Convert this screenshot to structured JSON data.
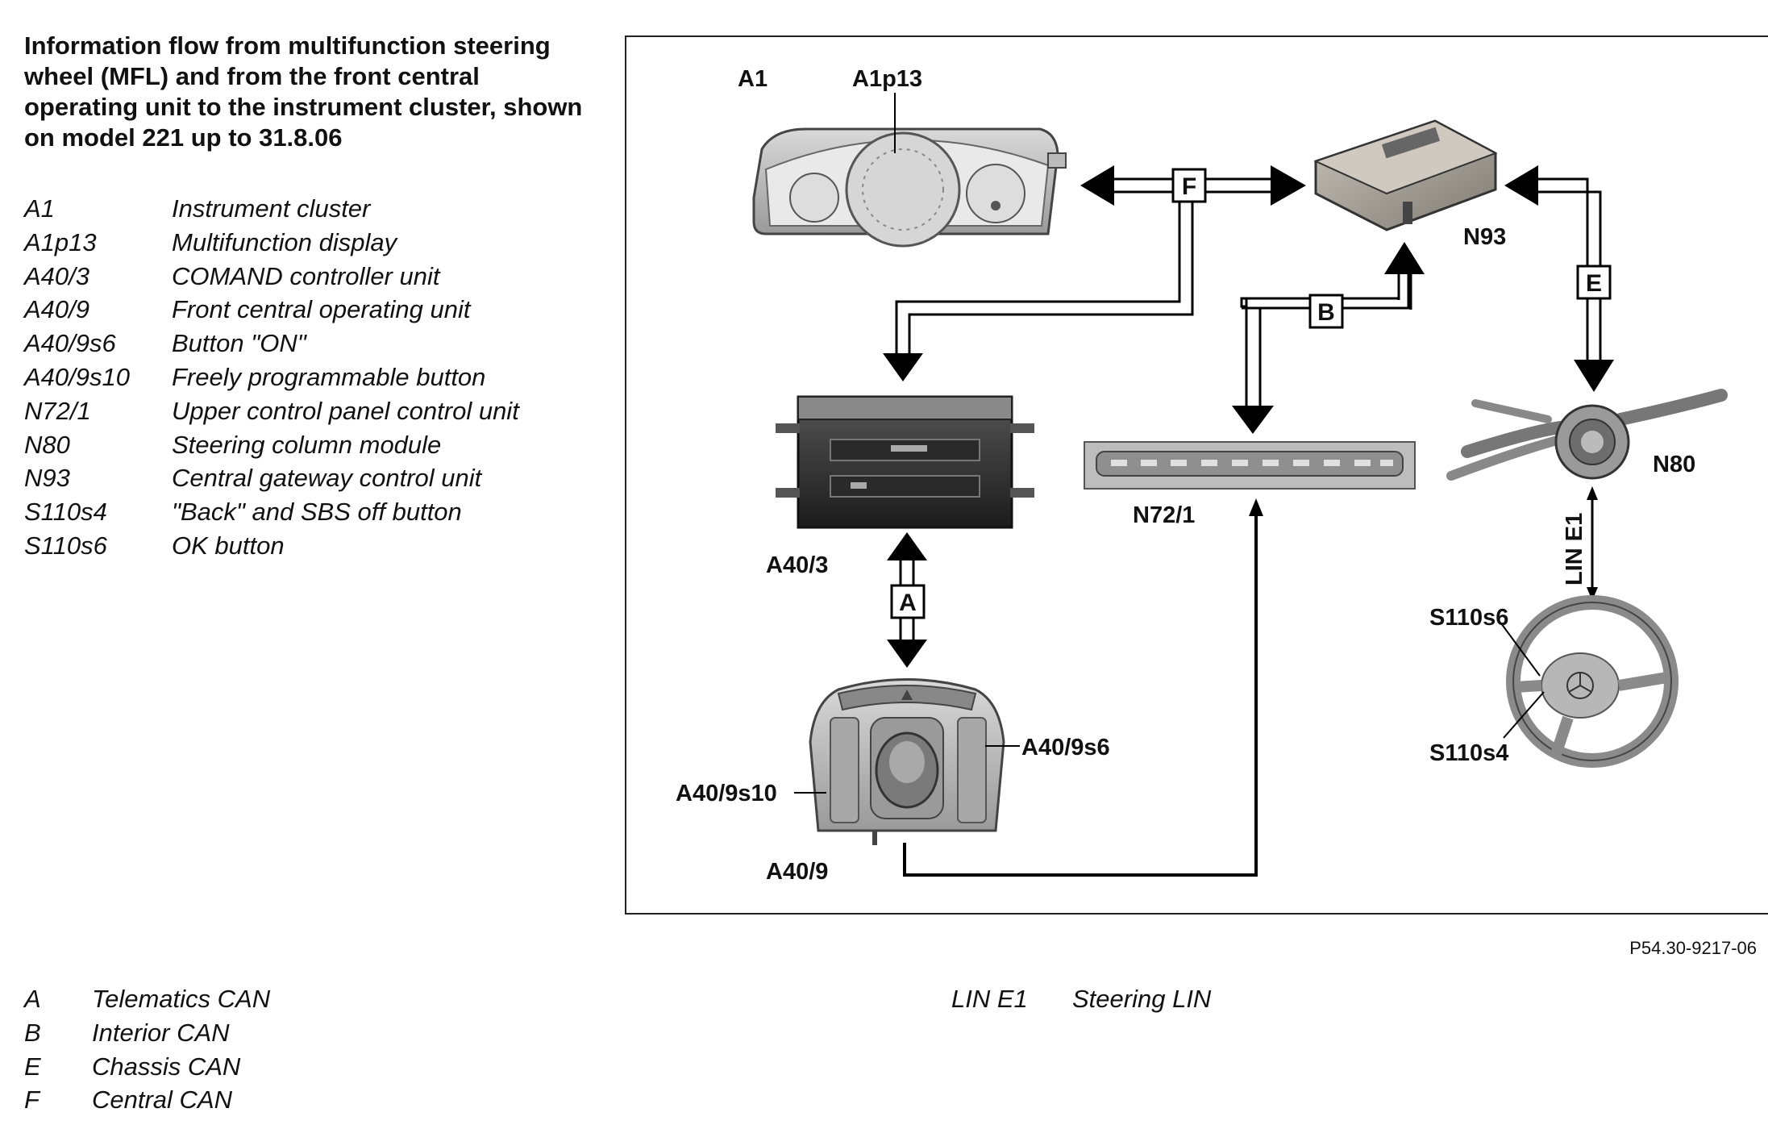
{
  "title": "Information flow from multifunction steering wheel (MFL) and from the front central operating unit to the instrument cluster, shown on model 221 up to 31.8.06",
  "components": [
    {
      "code": "A1",
      "desc": "Instrument cluster"
    },
    {
      "code": "A1p13",
      "desc": "Multifunction display"
    },
    {
      "code": "A40/3",
      "desc": "COMAND controller unit"
    },
    {
      "code": "A40/9",
      "desc": "Front central operating unit"
    },
    {
      "code": "A40/9s6",
      "desc": "Button \"ON\""
    },
    {
      "code": "A40/9s10",
      "desc": "Freely programmable button"
    },
    {
      "code": "N72/1",
      "desc": "Upper control panel control unit"
    },
    {
      "code": "N80",
      "desc": "Steering column module"
    },
    {
      "code": "N93",
      "desc": "Central gateway control unit"
    },
    {
      "code": "S110s4",
      "desc": "\"Back\" and SBS off button"
    },
    {
      "code": "S110s6",
      "desc": "OK button"
    }
  ],
  "buses": [
    {
      "code": "A",
      "desc": "Telematics CAN"
    },
    {
      "code": "B",
      "desc": "Interior CAN"
    },
    {
      "code": "E",
      "desc": "Chassis CAN"
    },
    {
      "code": "F",
      "desc": "Central CAN"
    }
  ],
  "lin_bus": {
    "code": "LIN E1",
    "desc": "Steering LIN"
  },
  "figure_ref": "P54.30-9217-06",
  "diagram": {
    "labels": {
      "a1": "A1",
      "a1p13": "A1p13",
      "n93": "N93",
      "a40_3": "A40/3",
      "n72_1": "N72/1",
      "n80": "N80",
      "a40_9": "A40/9",
      "a40_9s6": "A40/9s6",
      "a40_9s10": "A40/9s10",
      "s110s6": "S110s6",
      "s110s4": "S110s4",
      "lin_e1": "LIN E1"
    },
    "bus_tags": {
      "f": "F",
      "b": "B",
      "e": "E",
      "a": "A"
    }
  }
}
